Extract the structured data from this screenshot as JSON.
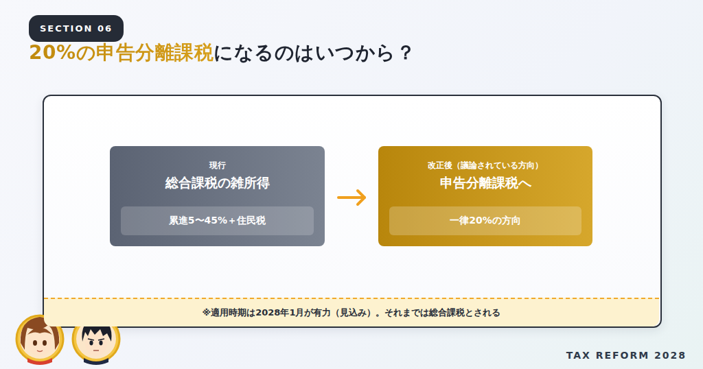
{
  "diagram": {
    "title": "20%の申告分離課税になるのはいつから？",
    "nodes": [
      {
        "text": [
          "SECTION 06"
        ]
      },
      {
        "text": [
          "現行",
          "総合課税の雑所得"
        ]
      },
      {
        "text": [
          "累進5〜45%＋住民税"
        ],
        "in": 1
      },
      {
        "text": [
          "改正後（議論されている方向）",
          "申告分離課税へ"
        ]
      },
      {
        "text": [
          "一律20%の方向"
        ],
        "in": 3
      },
      {
        "text": [
          "※適用時期は2028年1月が有力（見込み）。それまでは総合課税とされる"
        ]
      }
    ],
    "edges": [
      {
        "from": 1,
        "to": 3,
        "arrow": "to"
      }
    ],
    "labels": [
      "TAX REFORM 2028"
    ]
  }
}
